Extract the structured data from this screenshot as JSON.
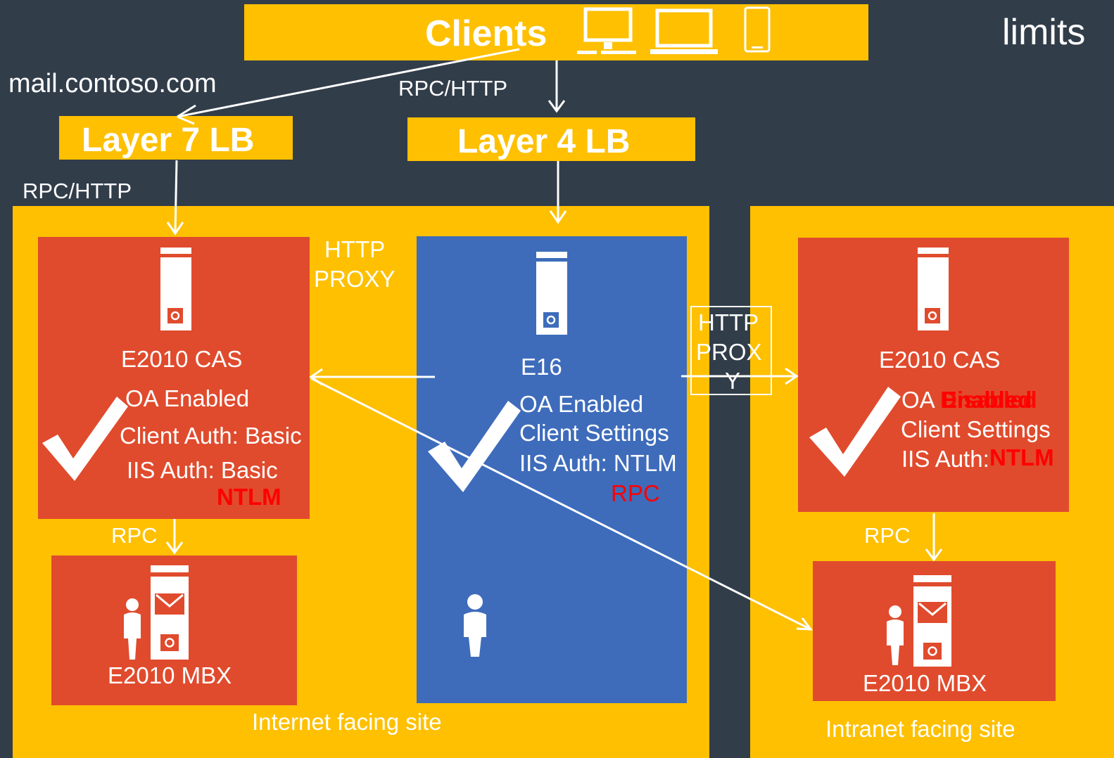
{
  "header": {
    "clients_label": "Clients",
    "corner_text": "limits"
  },
  "labels": {
    "mail_host": "mail.contoso.com",
    "rpc_http_top": "RPC/HTTP",
    "rpc_http_left": "RPC/HTTP",
    "layer7": "Layer 7 LB",
    "layer4": "Layer 4 LB",
    "http_proxy_left_1": "HTTP",
    "http_proxy_left_2": "PROXY",
    "http_proxy_right_1": "HTTP",
    "http_proxy_right_2": "PROX",
    "http_proxy_right_3": "Y"
  },
  "internet_site": {
    "caption": "Internet facing site",
    "cas": {
      "title": "E2010 CAS",
      "line1": "OA Enabled",
      "line2": "Client Auth: Basic",
      "line3": "IIS Auth: Basic",
      "overlay": "NTLM"
    },
    "rpc_label": "RPC",
    "mbx": {
      "title": "E2010 MBX"
    },
    "e16": {
      "title": "E16",
      "line1": "OA Enabled",
      "line2": "Client Settings",
      "line3": "IIS Auth: NTLM",
      "overlay": "RPC"
    }
  },
  "intranet_site": {
    "caption": "Intranet facing site",
    "cas": {
      "title": "E2010 CAS",
      "line1_prefix": "OA",
      "line1_under": "Disabled",
      "line1_over": "Enabled",
      "line2": "Client Settings",
      "line3": "IIS Auth:",
      "overlay": "NTLM"
    },
    "rpc_label": "RPC",
    "mbx": {
      "title": "E2010 MBX"
    }
  },
  "colors": {
    "background": "#323d4a",
    "yellow": "#fec000",
    "red_box": "#e04b2d",
    "blue_box": "#3e6cbb",
    "overlay_red": "#ff0000"
  },
  "icons": [
    "desktop-icon",
    "laptop-icon",
    "phone-icon",
    "server-icon",
    "mailbox-server-icon",
    "user-icon",
    "checkmark-icon"
  ]
}
